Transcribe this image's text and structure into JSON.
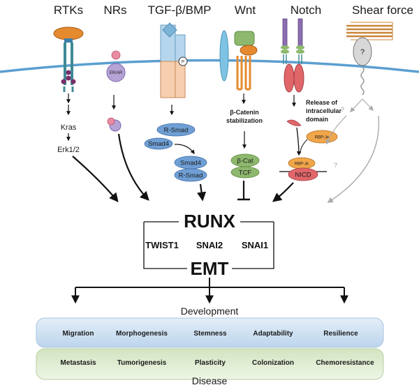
{
  "pathways": {
    "rtks": "RTKs",
    "nrs": "NRs",
    "tgf": "TGF-β/BMP",
    "wnt": "Wnt",
    "notch": "Notch",
    "shear": "Shear force"
  },
  "rtk": {
    "kras": "Kras",
    "erk": "Erk1/2"
  },
  "nr": {
    "receptor": "ER/AR"
  },
  "tgf": {
    "p_label": "P",
    "rsmad": "R-Smad",
    "smad4": "Smad4",
    "complex_smad4": "Smad4",
    "complex_rsmad": "R-Smad"
  },
  "wnt": {
    "stab_line1": "β-Catenin",
    "stab_line2": "stabilization",
    "bcat": "β-Cat",
    "tcf": "TCF"
  },
  "notch": {
    "release_line1": "Release of",
    "release_line2": "intracellular",
    "release_line3": "domain",
    "rbp1": "RBP-Jκ",
    "rbp2": "RBP-Jκ",
    "nicd": "NICD"
  },
  "shear": {
    "unknown": "?",
    "q1": "?",
    "q2": "?"
  },
  "core": {
    "runx": "RUNX",
    "twist1": "TWIST1",
    "snai2": "SNAI2",
    "snai1": "SNAI1",
    "emt": "EMT"
  },
  "outcomes": {
    "development_label": "Development",
    "disease_label": "Disease",
    "development": [
      "Migration",
      "Morphogenesis",
      "Stemness",
      "Adaptability",
      "Resilience"
    ],
    "disease": [
      "Metastasis",
      "Tumorigenesis",
      "Plasticity",
      "Colonization",
      "Chemoresistance"
    ]
  },
  "colors": {
    "membrane": "#5b9fd0",
    "development_band": "#cfe0f1",
    "disease_band": "#dde9cc",
    "smad": "#6f9fd4",
    "bcat": "#8db86d",
    "rbp": "#f0a64a",
    "nicd": "#e0666a",
    "tgf_receptor_blue": "#b5d6ec",
    "tgf_receptor_orange": "#f5cfae",
    "wnt_orange": "#e58a2e",
    "notch_purple": "#8b6db0"
  }
}
